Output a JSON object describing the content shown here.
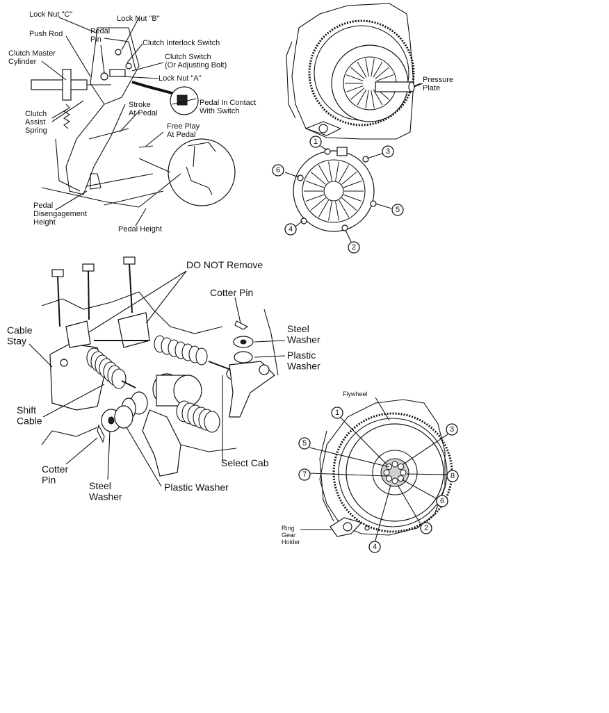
{
  "panels": {
    "clutch_pedal": {
      "labels": {
        "lock_nut_c": "Lock Nut \"C\"",
        "lock_nut_b": "Lock Nut \"B\"",
        "push_rod": "Push Rod",
        "pedal_pin": "Pedal\nPin",
        "interlock_switch": "Clutch Interlock Switch",
        "master_cylinder": "Clutch Master\nCylinder",
        "clutch_switch": "Clutch Switch\n(Or Adjusting Bolt)",
        "lock_nut_a": "Lock Nut \"A\"",
        "pedal_contact": "Pedal In Contact\nWith Switch",
        "assist_spring": "Clutch\nAssist\nSpring",
        "stroke": "Stroke\nAt Pedal",
        "free_play": "Free Play\nAt Pedal",
        "disengagement": "Pedal\nDisengagement\nHeight",
        "pedal_height": "Pedal Height"
      }
    },
    "pressure_plate": {
      "labels": {
        "pressure_plate": "Pressure\nPlate"
      },
      "bolt_sequence": [
        "1",
        "2",
        "3",
        "4",
        "5",
        "6"
      ]
    },
    "shift_cable": {
      "labels": {
        "do_not_remove": "DO NOT Remove",
        "cotter_pin_top": "Cotter Pin",
        "cable_stay": "Cable\nStay",
        "steel_washer_right": "Steel\nWasher",
        "plastic_washer_right": "Plastic\nWasher",
        "shift_cable": "Shift\nCable",
        "cotter_pin_bottom": "Cotter\nPin",
        "select_cable": "Select Cab",
        "steel_washer_bottom": "Steel\nWasher",
        "plastic_washer_bottom": "Plastic Washer"
      }
    },
    "flywheel": {
      "labels": {
        "flywheel": "Flywheel",
        "ring_gear_holder": "Ring\nGear\nHolder"
      },
      "bolt_sequence": [
        "1",
        "2",
        "3",
        "4",
        "5",
        "6",
        "7",
        "8"
      ]
    }
  }
}
